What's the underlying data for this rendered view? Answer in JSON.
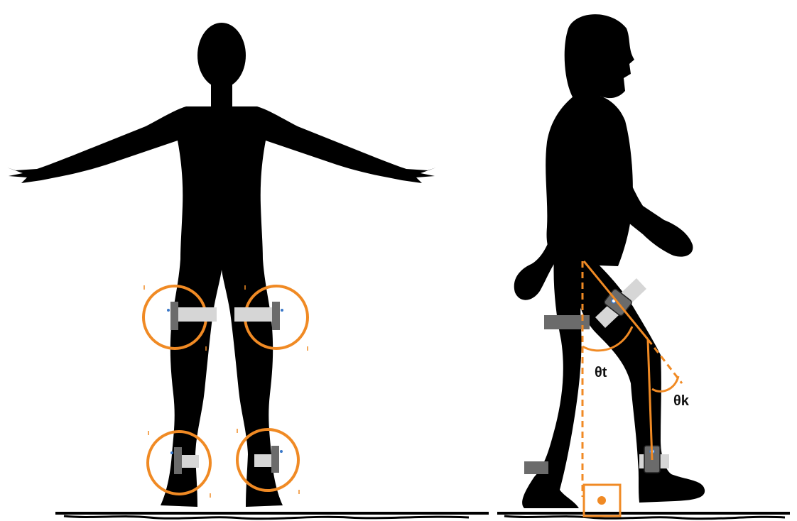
{
  "labels": {
    "thigh_angle": "θt",
    "knee_angle": "θk"
  },
  "colors": {
    "silhouette": "#000000",
    "accent": "#f08a24",
    "strap": "#d6d6d6",
    "sensor": "#6b6b6b",
    "sensor_dot": "#3a78c8",
    "background": "#ffffff"
  },
  "icons": {
    "front_figure": "human-front-silhouette",
    "side_figure": "human-side-walking-silhouette",
    "sensor": "imu-sensor-icon",
    "ground": "ground-line"
  }
}
